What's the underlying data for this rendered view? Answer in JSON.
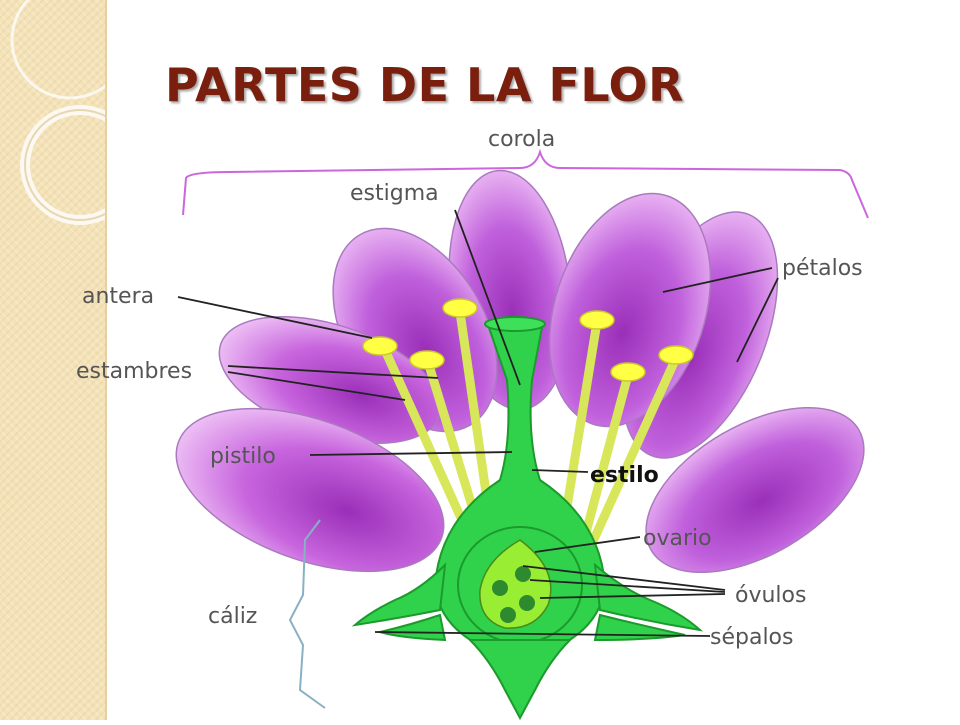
{
  "title": "PARTES DE LA FLOR",
  "labels": {
    "corola": "corola",
    "estigma": "estigma",
    "antera": "antera",
    "estambres": "estambres",
    "petalos": "pétalos",
    "pistilo": "pistilo",
    "estilo": "estilo",
    "ovario": "ovario",
    "ovulos": "óvulos",
    "caliz": "cáliz",
    "sepalos": "sépalos"
  },
  "colors": {
    "title": "#7a1f0e",
    "petal": "#b64fd0",
    "pistil": "#2fd24a",
    "anther": "#ffff44",
    "filament": "#d8e65a",
    "ovary": "#99ee33",
    "ovule": "#2e8a2e",
    "corola_bracket": "#cc66dd",
    "side_strip": "#f4e2b8"
  }
}
